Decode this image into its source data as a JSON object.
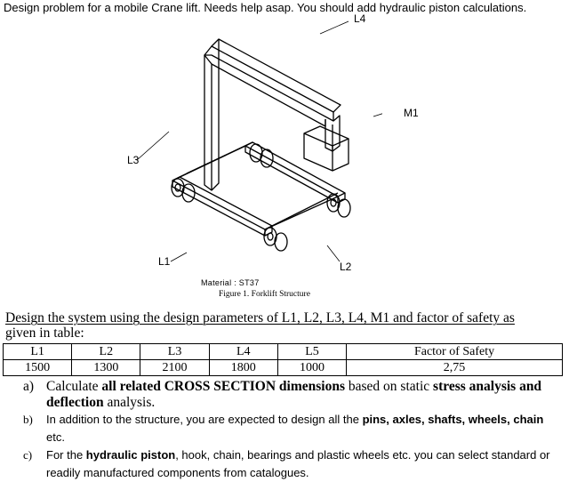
{
  "intro": "Design problem for a mobile Crane lift. Needs help asap. You should add hydraulic piston calculations.",
  "figure": {
    "labels": {
      "l4": "L4",
      "m1": "M1",
      "l3": "L3",
      "l1": "L1",
      "l2": "L2"
    },
    "material": "Material : ST37",
    "caption": "Figure 1. Forklift Structure"
  },
  "design_text": "Design the system using the design parameters of L1, L2, L3, L4, M1 and factor of safety as",
  "design_text_tail": "given in table:",
  "params_table": {
    "headers": [
      "L1",
      "L2",
      "L3",
      "L4",
      "L5",
      "Factor of Safety"
    ],
    "values": [
      "1500",
      "1300",
      "2100",
      "1800",
      "1000",
      "2,75"
    ]
  },
  "items": {
    "a": {
      "marker": "a)",
      "pre": "Calculate ",
      "b1": "all related CROSS SECTION dimensions",
      "mid": " based on static ",
      "b2": "stress analysis and deflection",
      "post": " analysis."
    },
    "b": {
      "marker": "b)",
      "pre": "In addition to the structure, you are expected to design all the ",
      "b1": "pins, axles, shafts, wheels, chain",
      "post": " etc."
    },
    "c": {
      "marker": "c)",
      "pre": "For the ",
      "b1": "hydraulic piston",
      "post": ", hook, chain, bearings and plastic wheels etc. you can select standard or readily manufactured components from catalogues."
    }
  }
}
